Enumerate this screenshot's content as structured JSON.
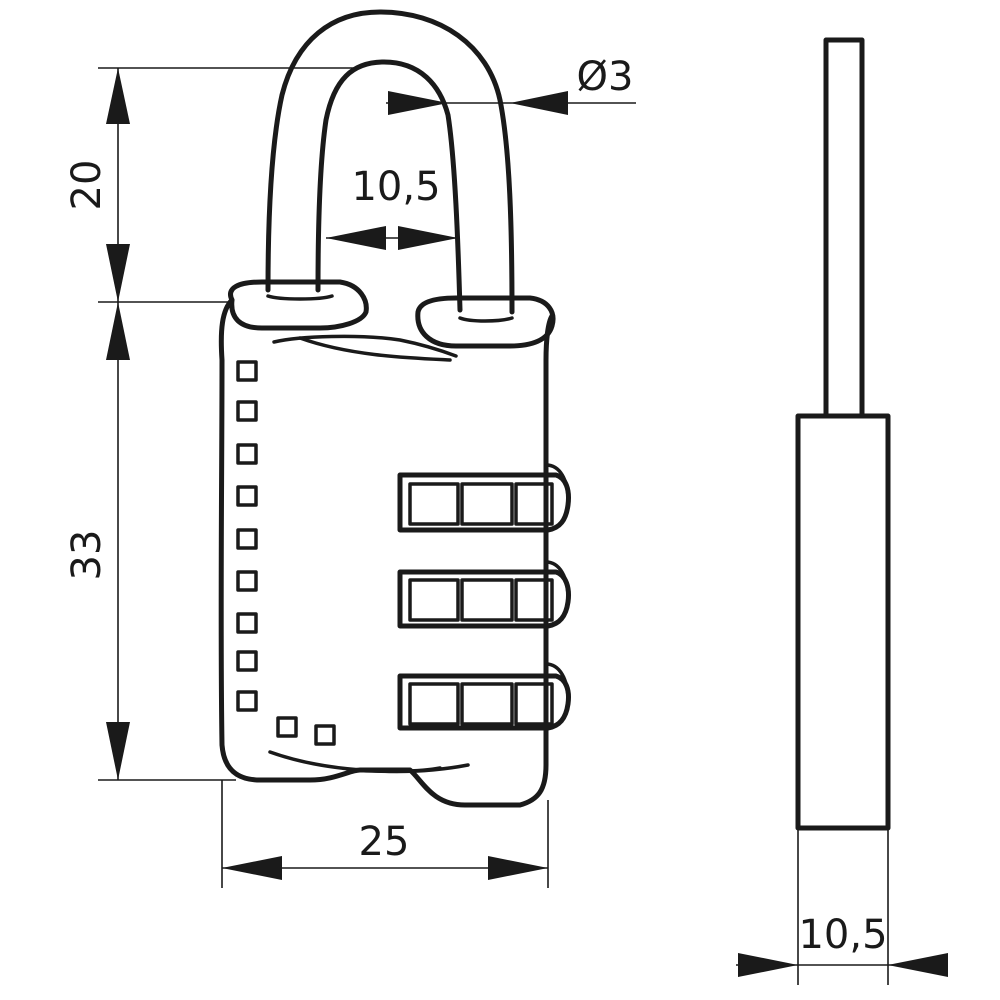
{
  "dimensions": {
    "shackle_height": "20",
    "body_height": "33",
    "body_width": "25",
    "shackle_inner_width": "10,5",
    "shackle_diameter": "Ø3",
    "side_thickness": "10,5"
  },
  "colors": {
    "line": "#1a1a1a",
    "background": "#ffffff"
  }
}
